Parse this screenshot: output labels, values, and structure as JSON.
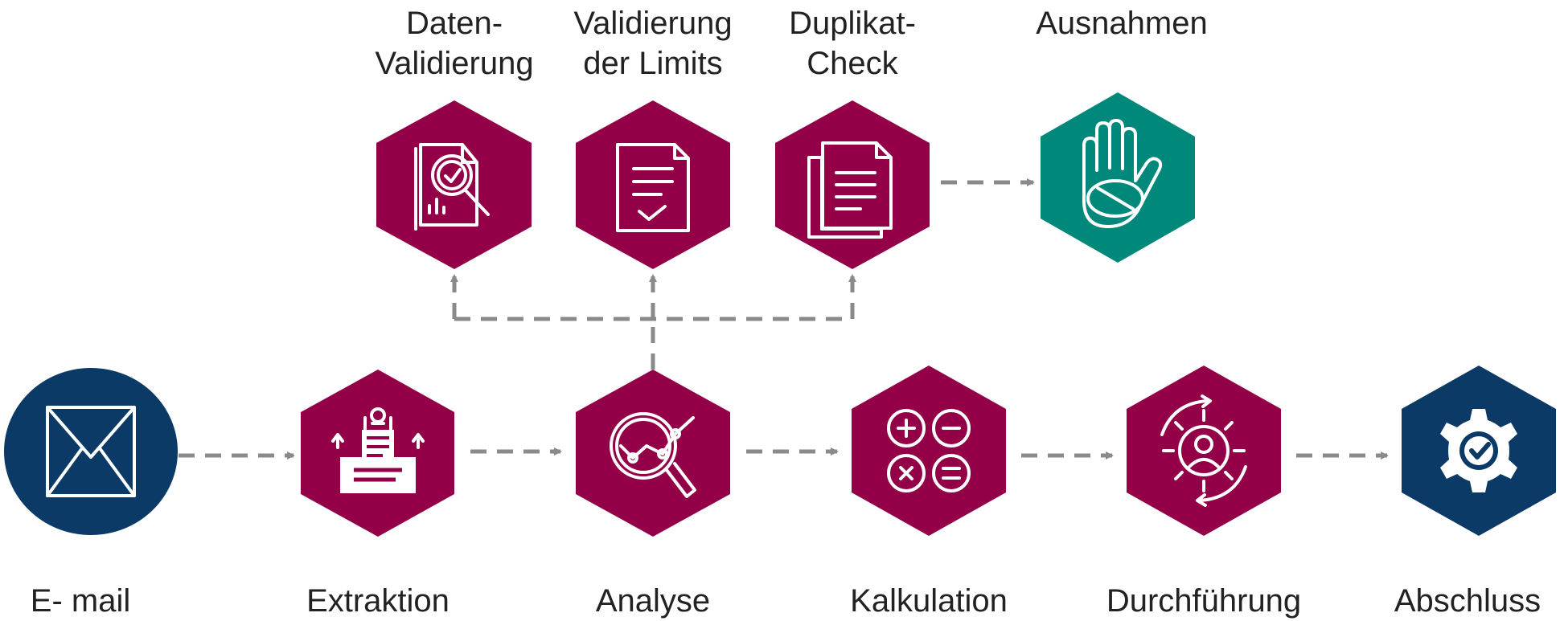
{
  "colors": {
    "primary": "#930047",
    "exception": "#00897a",
    "endpoint": "#0b3a66",
    "connector": "#8a8a8a",
    "text": "#222222"
  },
  "top_row": [
    {
      "id": "validation",
      "label_lines": [
        "Daten-",
        "Validierung"
      ],
      "icon": "document-search-icon"
    },
    {
      "id": "limits",
      "label_lines": [
        "Validierung",
        "der Limits"
      ],
      "icon": "document-check-icon"
    },
    {
      "id": "duplicate",
      "label_lines": [
        "Duplikat-",
        "Check"
      ],
      "icon": "duplicate-documents-icon"
    },
    {
      "id": "exceptions",
      "label_lines": [
        "Ausnahmen"
      ],
      "icon": "stop-hand-icon"
    }
  ],
  "bottom_row": [
    {
      "id": "email",
      "label": "E- mail",
      "icon": "envelope-icon"
    },
    {
      "id": "extraction",
      "label": "Extraktion",
      "icon": "robot-printer-icon"
    },
    {
      "id": "analysis",
      "label": "Analyse",
      "icon": "chart-magnifier-icon"
    },
    {
      "id": "calculation",
      "label": "Kalkulation",
      "icon": "calculator-operations-icon"
    },
    {
      "id": "execution",
      "label": "Durchführung",
      "icon": "gear-person-cycle-icon"
    },
    {
      "id": "completion",
      "label": "Abschluss",
      "icon": "gear-check-icon"
    }
  ]
}
